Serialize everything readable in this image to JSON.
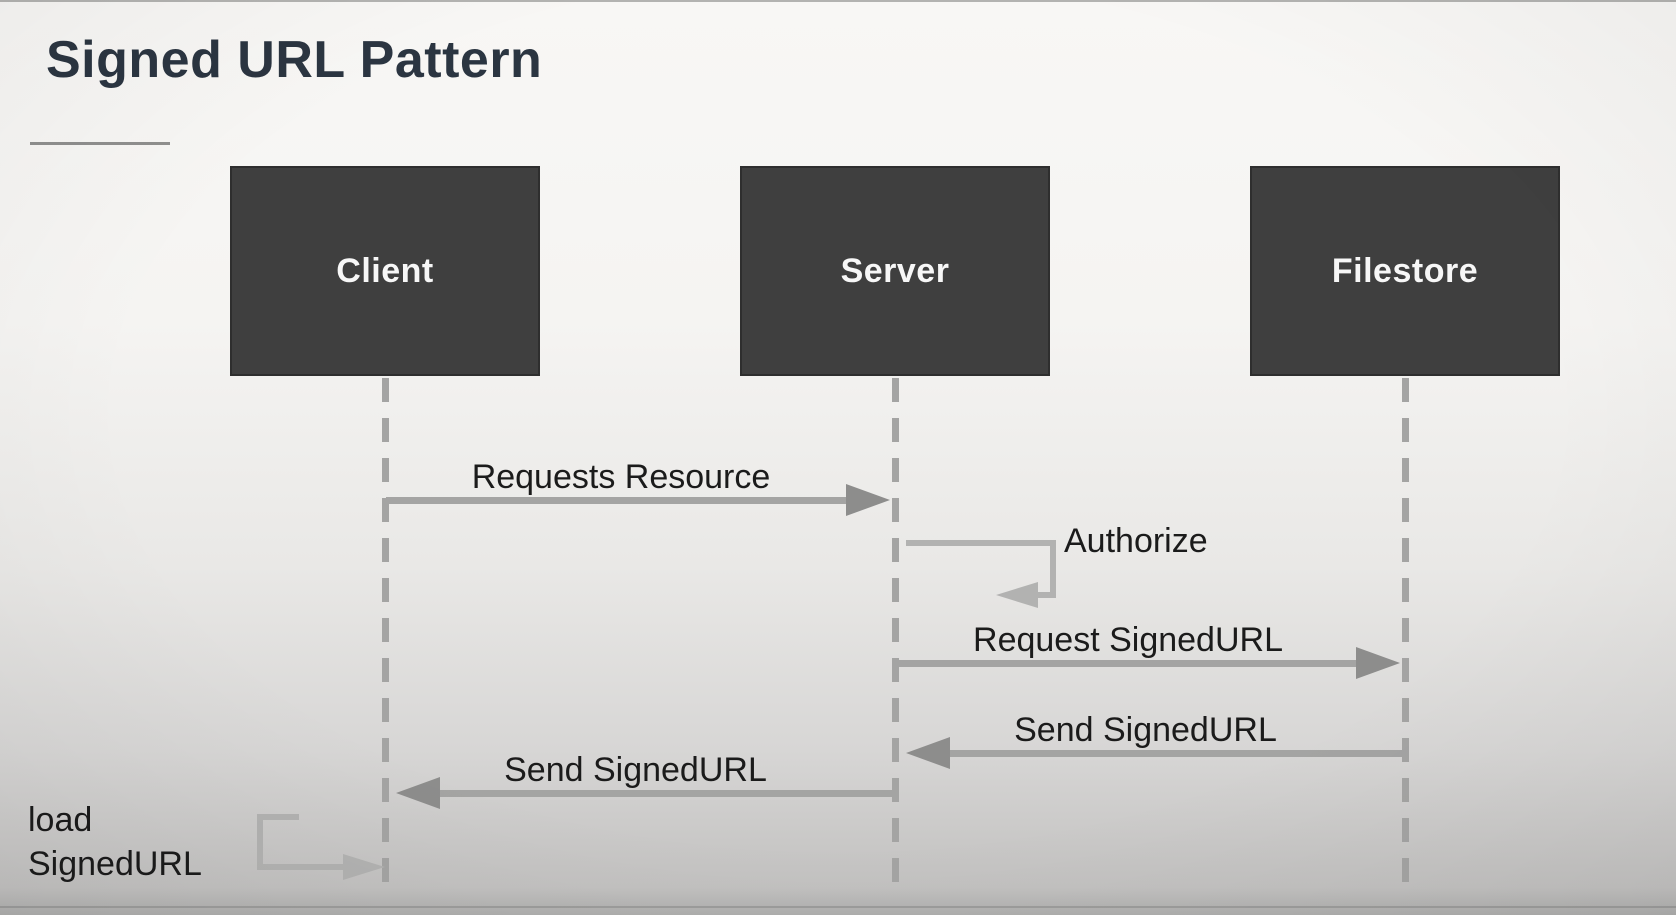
{
  "title": "Signed URL Pattern",
  "actors": [
    {
      "label": "Client"
    },
    {
      "label": "Server"
    },
    {
      "label": "Filestore"
    }
  ],
  "messages": [
    {
      "label": "Requests Resource",
      "from": "Client",
      "to": "Server",
      "direction": "right"
    },
    {
      "label": "Authorize",
      "from": "Server",
      "to": "Server",
      "direction": "self"
    },
    {
      "label": "Request SignedURL",
      "from": "Server",
      "to": "Filestore",
      "direction": "right"
    },
    {
      "label": "Send SignedURL",
      "from": "Filestore",
      "to": "Server",
      "direction": "left"
    },
    {
      "label": "Send SignedURL",
      "from": "Server",
      "to": "Client",
      "direction": "left"
    },
    {
      "label": "load SignedURL",
      "from": "Client",
      "to": "Client",
      "direction": "self"
    }
  ],
  "colors": {
    "title_text": "#2b3541",
    "actor_box": "#3f3f3f",
    "actor_text": "#f7f7f7",
    "arrow": "#a4a4a3",
    "arrow_head": "#8d8d8c",
    "self_arrow": "#b2b2b1",
    "label_text": "#1b1b1b"
  }
}
